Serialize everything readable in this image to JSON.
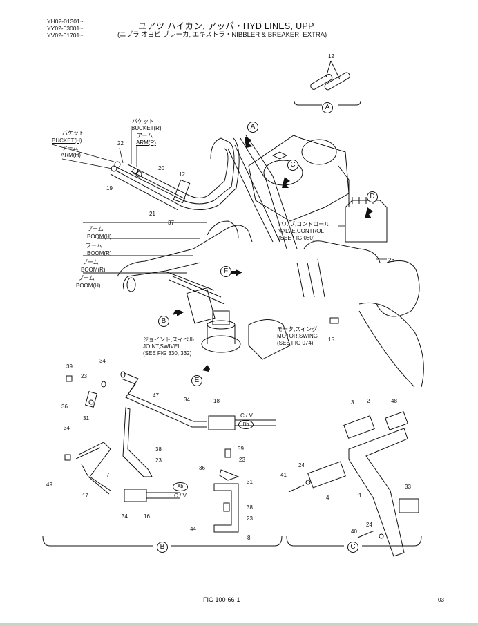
{
  "header": {
    "serials": [
      "YH02-01301~",
      "YY02-03001~",
      "YV02-01701~"
    ],
    "title": "ユアツ ハイカン, アッパ・HYD LINES, UPP",
    "subtitle": "(ニブラ オヨビ ブレーカ, エキストラ・NIBBLER & BREAKER, EXTRA)"
  },
  "views": {
    "A": "A",
    "B": "B",
    "C": "C",
    "D": "D",
    "E": "E",
    "F": "F"
  },
  "labels": {
    "bucket_h_jp": "バケット",
    "bucket_h": "BUCKET(H)",
    "arm_h_jp": "アーム",
    "arm_h": "ARM(H)",
    "bucket_r_jp": "バケット",
    "bucket_r": "BUCKET(R)",
    "arm_r_jp": "アーム",
    "arm_r": "ARM(R)",
    "boom_jp": "ブーム",
    "boom_h1": "BOOM(H)",
    "boom_r1": "BOOM(R)",
    "boom_r2": "BOOM(R)",
    "boom_h2": "BOOM(H)",
    "valve_jp": "バルブ,コントロール",
    "valve": "VALVE,CONTROL",
    "valve_ref": "(SEE FIG 080)",
    "joint_jp": "ジョイント,スイベル",
    "joint": "JOINT,SWIVEL",
    "joint_ref": "(SEE FIG 330, 332)",
    "motor_jp": "モータ,スイング",
    "motor": "MOTOR,SWING",
    "motor_ref": "(SEE FIG 074)",
    "cv1": "C / V",
    "cv1_port": "Bb",
    "cv2": "C / V",
    "cv2_port": "Ab"
  },
  "part_numbers": {
    "view_a": [
      "12"
    ],
    "main": [
      "22",
      "19",
      "20",
      "21",
      "12",
      "37",
      "26",
      "15"
    ],
    "view_b": [
      "39",
      "23",
      "34",
      "36",
      "31",
      "47",
      "34",
      "18",
      "34",
      "38",
      "23",
      "7",
      "49",
      "17",
      "34",
      "16",
      "39",
      "23",
      "36",
      "31",
      "38",
      "23",
      "44",
      "8"
    ],
    "view_c": [
      "3",
      "2",
      "48",
      "24",
      "41",
      "4",
      "1",
      "33",
      "24",
      "40"
    ]
  },
  "footer": {
    "figure": "FIG 100-66-1",
    "page": "03"
  }
}
